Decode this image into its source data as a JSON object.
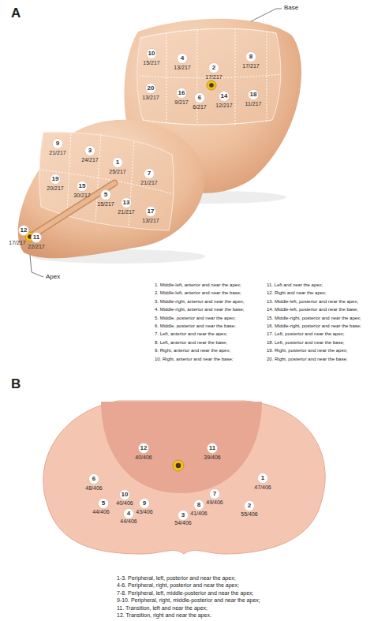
{
  "diagram": {
    "nodes": [
      {
        "text": [
          "10",
          "15/217"
        ]
      },
      {
        "text": [
          "4",
          "13/217"
        ]
      },
      {
        "text": [
          "2",
          "17/217"
        ]
      },
      {
        "text": [
          "8",
          "17/217"
        ]
      },
      {
        "text": [
          "20",
          "13/217"
        ]
      },
      {
        "text": [
          "16",
          "9/217"
        ]
      },
      {
        "text": [
          "6",
          "6/217"
        ]
      },
      {
        "text": [
          "14",
          "12/217"
        ]
      },
      {
        "text": [
          "18",
          "11/217"
        ]
      },
      {
        "text": [
          "9",
          "21/217"
        ]
      },
      {
        "text": [
          "3",
          "24/217"
        ]
      },
      {
        "text": [
          "1",
          "25/217"
        ]
      },
      {
        "text": [
          "7",
          "21/217"
        ]
      },
      {
        "text": [
          "19",
          "20/217"
        ]
      },
      {
        "text": [
          "15",
          "30/217"
        ]
      },
      {
        "text": [
          "5",
          "15/217"
        ]
      },
      {
        "text": [
          "13",
          "21/217"
        ]
      },
      {
        "text": [
          "17",
          "13/217"
        ]
      },
      {
        "text": [
          "12",
          "17/217"
        ]
      },
      {
        "text": [
          "11",
          "22/217"
        ]
      },
      {
        "text": [
          "12",
          "40/406"
        ]
      },
      {
        "text": [
          "11",
          "39/406"
        ]
      },
      {
        "text": [
          "6",
          "48/406"
        ]
      },
      {
        "text": [
          "1",
          "47/406"
        ]
      },
      {
        "text": [
          "10",
          "40/406"
        ]
      },
      {
        "text": [
          "7",
          "49/406"
        ]
      },
      {
        "text": [
          "5",
          "44/406"
        ]
      },
      {
        "text": [
          "9",
          "43/406"
        ]
      },
      {
        "text": [
          "8",
          "41/406"
        ]
      },
      {
        "text": [
          "2",
          "55/406"
        ]
      },
      {
        "text": [
          "4",
          "44/406"
        ]
      },
      {
        "text": [
          "3",
          "54/406"
        ]
      }
    ],
    "labels": [
      "A",
      "Base",
      "Apex",
      "1. Middle-left, anterior and near the apex;",
      "2. Middle-left, anterior and near the base;",
      "3. Middle-right, anterior and near the apex;",
      "4. Middle-right, anterior and near the base;",
      "5. Middle, posterior and near the apex;",
      "6. Middle, posterior and near the base;",
      "7. Left, anterior and near the apex;",
      "8. Left, anterior and near the base;",
      "9. Right, anterior and near the apex;",
      "10. Right, anterior and near the base;",
      "11. Left and near the apex;",
      "12. Right and near the apex;",
      "13. Middle-left, posterior and near the apex;",
      "14. Middle-left, posterior and near the base;",
      "15. Middle-right, posterior and near the apex;",
      "16. Middle-right, posterior and near the base;",
      "17. Left, posterior and near the apex;",
      "18. Left, posterior and near the base;",
      "19. Right, posterior and near the apex;",
      "20. Right, posterior and near the base;",
      "B",
      "1-3. Peripheral, left, posterior and near the apex;",
      "4-6. Peripheral, right, posterior and near the apex;",
      "7-8. Peripheral, left, middle-posterior and near the apex;",
      "9-10. Peripheral, right, middle-posterior and near the apex;",
      "11. Transition, left and near the apex;",
      "12. Transition, right and near the apex."
    ]
  }
}
